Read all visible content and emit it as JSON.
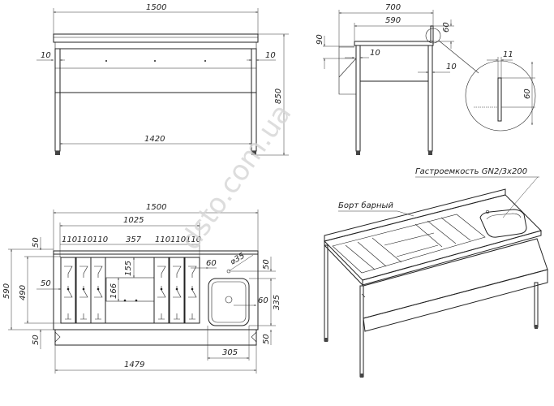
{
  "front_view": {
    "width_total": "1500",
    "inner_width": "1420",
    "offset_left": "10",
    "offset_right": "10",
    "height": "850"
  },
  "side_view": {
    "depth_total": "700",
    "depth_top": "590",
    "lip_height": "90",
    "offset_left": "10",
    "offset_right": "10",
    "rim_height": "60"
  },
  "detail_view": {
    "thickness": "11",
    "height": "60"
  },
  "top_view": {
    "width_total": "1500",
    "compartment_width": "1025",
    "slot_widths": [
      "110",
      "110",
      "110",
      "357",
      "110",
      "110",
      "110"
    ],
    "depth_total": "590",
    "depth_inner": "490",
    "margin_top": "50",
    "margin_bottom": "50",
    "margin_left": "50",
    "box_depth_a": "155",
    "box_depth_b": "166",
    "sink_offset_left": "60",
    "hole_diameter": "⌀35",
    "sink_margin_top": "50",
    "sink_depth": "335",
    "sink_margin_bottom": "50",
    "drain_offset": "60",
    "sink_width": "305",
    "bottom_width": "1479"
  },
  "iso_view": {
    "label_gastronorm": "Гастроемкость GN2/3x200",
    "label_bar_rail": "Борт барный"
  },
  "watermark": "dsto.com.ua"
}
